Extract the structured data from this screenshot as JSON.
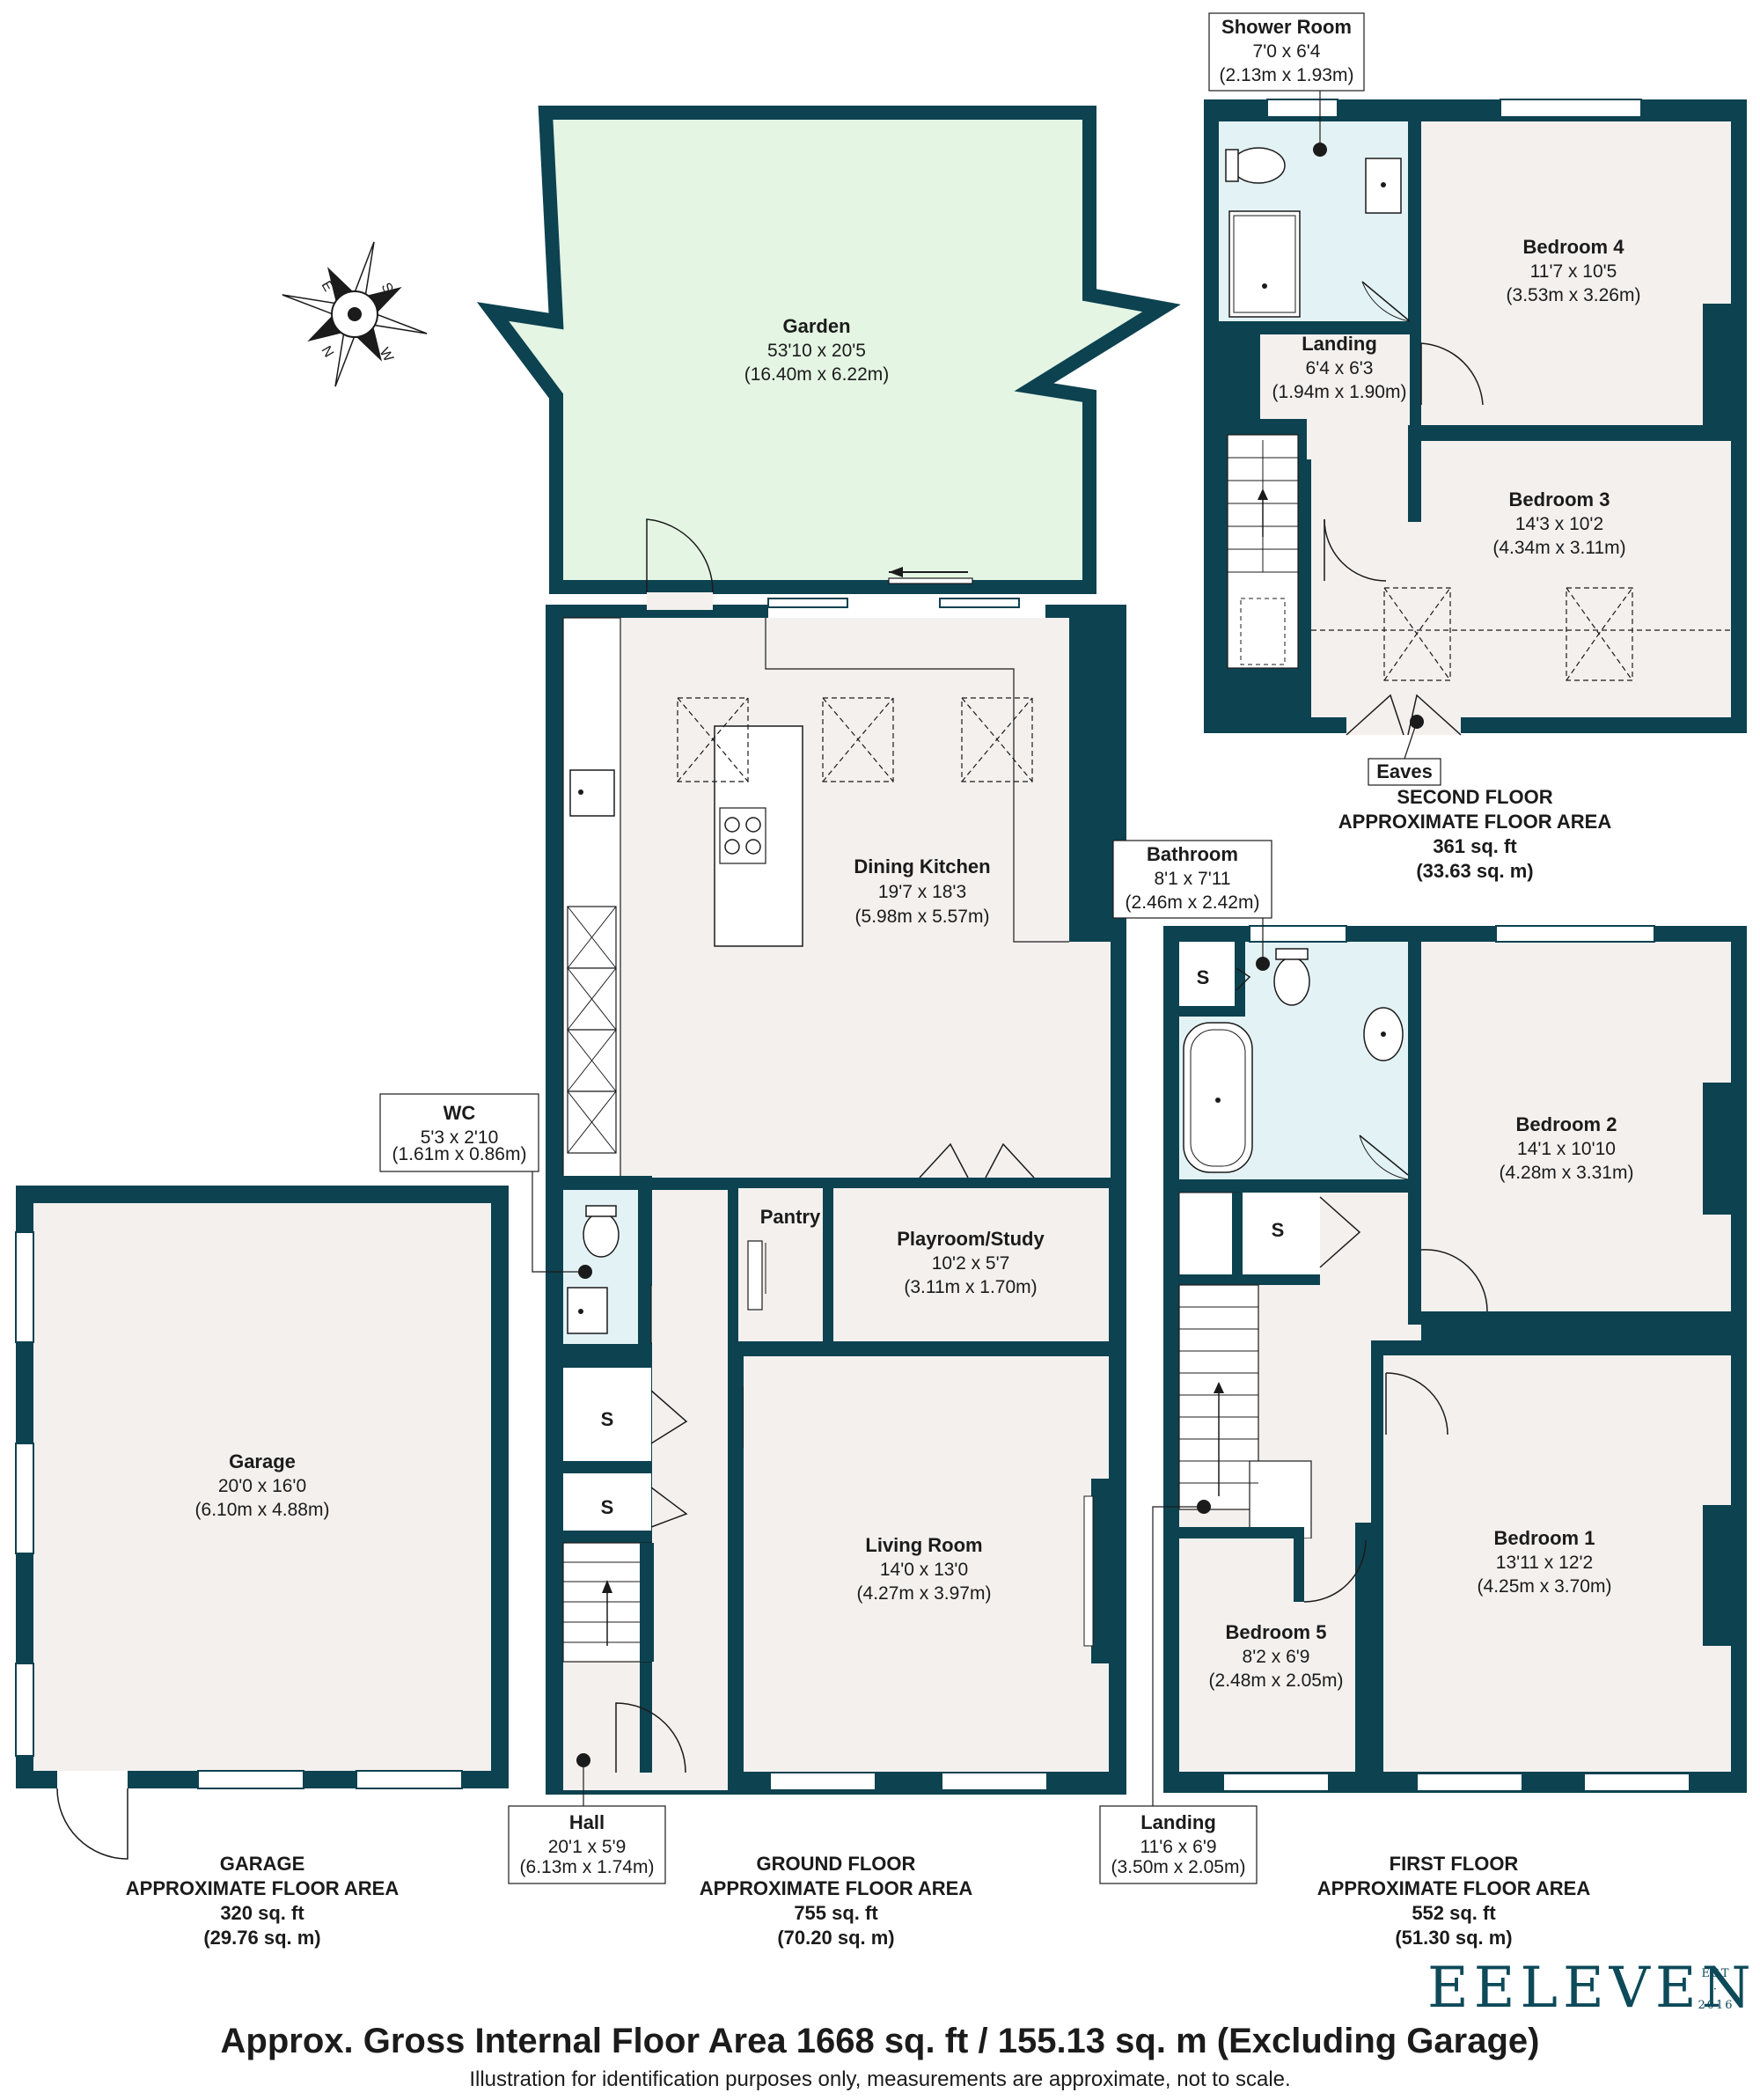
{
  "colors": {
    "wall": "#0d4250",
    "floor": "#f3f0ee",
    "garden": "#e4f5e4",
    "wet": "#e3f3f5",
    "brand": "#0d4a5a"
  },
  "compass": {
    "letters": [
      "S",
      "W",
      "N",
      "E"
    ]
  },
  "rooms": {
    "garden": {
      "name": "Garden",
      "dim_imperial": "53'10 x 20'5",
      "dim_metric": "(16.40m x 6.22m)"
    },
    "dining_kitchen": {
      "name": "Dining Kitchen",
      "dim_imperial": "19'7 x 18'3",
      "dim_metric": "(5.98m x 5.57m)"
    },
    "pantry": {
      "name": "Pantry"
    },
    "playroom": {
      "name": "Playroom/Study",
      "dim_imperial": "10'2 x 5'7",
      "dim_metric": "(3.11m x 1.70m)"
    },
    "wc": {
      "name": "WC",
      "dim_imperial": "5'3 x 2'10",
      "dim_metric": "(1.61m x 0.86m)"
    },
    "living_room": {
      "name": "Living Room",
      "dim_imperial": "14'0 x 13'0",
      "dim_metric": "(4.27m x 3.97m)"
    },
    "hall": {
      "name": "Hall",
      "dim_imperial": "20'1 x 5'9",
      "dim_metric": "(6.13m x 1.74m)"
    },
    "garage": {
      "name": "Garage",
      "dim_imperial": "20'0 x 16'0",
      "dim_metric": "(6.10m x 4.88m)"
    },
    "shower_room": {
      "name": "Shower Room",
      "dim_imperial": "7'0 x 6'4",
      "dim_metric": "(2.13m x 1.93m)"
    },
    "bedroom4": {
      "name": "Bedroom 4",
      "dim_imperial": "11'7 x 10'5",
      "dim_metric": "(3.53m x 3.26m)"
    },
    "landing2": {
      "name": "Landing",
      "dim_imperial": "6'4 x 6'3",
      "dim_metric": "(1.94m x 1.90m)"
    },
    "bedroom3": {
      "name": "Bedroom 3",
      "dim_imperial": "14'3 x 10'2",
      "dim_metric": "(4.34m x 3.11m)"
    },
    "eaves": {
      "name": "Eaves"
    },
    "bathroom": {
      "name": "Bathroom",
      "dim_imperial": "8'1 x 7'11",
      "dim_metric": "(2.46m x 2.42m)"
    },
    "bedroom2": {
      "name": "Bedroom 2",
      "dim_imperial": "14'1 x 10'10",
      "dim_metric": "(4.28m x 3.31m)"
    },
    "bedroom1": {
      "name": "Bedroom 1",
      "dim_imperial": "13'11 x 12'2",
      "dim_metric": "(4.25m x 3.70m)"
    },
    "bedroom5": {
      "name": "Bedroom 5",
      "dim_imperial": "8'2 x 6'9",
      "dim_metric": "(2.48m x 2.05m)"
    },
    "landing1": {
      "name": "Landing",
      "dim_imperial": "11'6 x 6'9",
      "dim_metric": "(3.50m x 2.05m)"
    },
    "storage": {
      "label": "S"
    }
  },
  "floors": {
    "garage": {
      "line1": "GARAGE",
      "line2": "APPROXIMATE FLOOR AREA",
      "line3": "320 sq. ft",
      "line4": "(29.76 sq. m)"
    },
    "ground": {
      "line1": "GROUND FLOOR",
      "line2": "APPROXIMATE FLOOR AREA",
      "line3": "755 sq. ft",
      "line4": "(70.20 sq. m)"
    },
    "first": {
      "line1": "FIRST FLOOR",
      "line2": "APPROXIMATE FLOOR AREA",
      "line3": "552 sq. ft",
      "line4": "(51.30 sq. m)"
    },
    "second": {
      "line1": "SECOND FLOOR",
      "line2": "APPROXIMATE FLOOR AREA",
      "line3": "361 sq. ft",
      "line4": "(33.63 sq. m)"
    }
  },
  "brand": {
    "name": "EELEVEN",
    "est_top": "EST",
    "est_mid": "·",
    "est_year": "2016"
  },
  "footer": {
    "gross_area": "Approx. Gross Internal Floor Area 1668 sq. ft / 155.13 sq. m (Excluding Garage)",
    "disclaimer": "Illustration for identification purposes only, measurements are approximate, not to scale."
  }
}
